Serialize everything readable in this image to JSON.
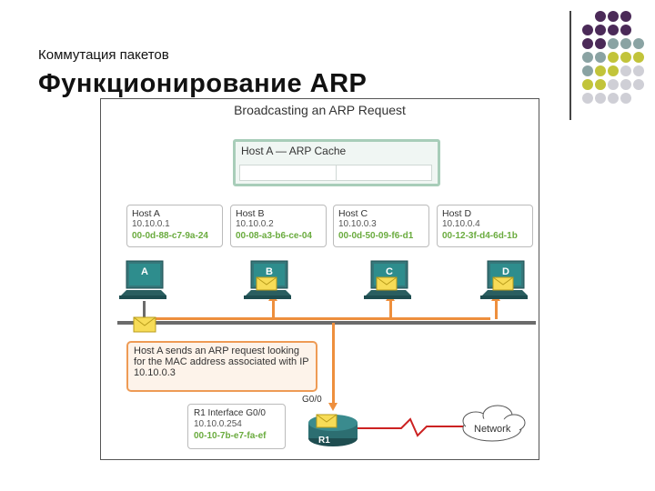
{
  "slide": {
    "subtitle": "Коммутация пакетов",
    "title": "Функционирование ARP"
  },
  "figure": {
    "title": "Broadcasting an ARP Request",
    "cache": {
      "title": "Host A — ARP Cache"
    },
    "hosts": [
      {
        "name": "Host A",
        "ip": "10.10.0.1",
        "mac": "00-0d-88-c7-9a-24",
        "pc_label": "A"
      },
      {
        "name": "Host B",
        "ip": "10.10.0.2",
        "mac": "00-08-a3-b6-ce-04",
        "pc_label": "B"
      },
      {
        "name": "Host C",
        "ip": "10.10.0.3",
        "mac": "00-0d-50-09-f6-d1",
        "pc_label": "C"
      },
      {
        "name": "Host D",
        "ip": "10.10.0.4",
        "mac": "00-12-3f-d4-6d-1b",
        "pc_label": "D"
      }
    ],
    "message": "Host A sends an ARP request looking for the MAC address associated with IP 10.10.0.3",
    "router": {
      "interface_label": "R1 Interface G0/0",
      "ip": "10.10.0.254",
      "mac": "00-10-7b-e7-fa-ef",
      "port": "G0/0",
      "name": "R1"
    },
    "network_label": "Network",
    "colors": {
      "ethernet_highlight": "#ee8f3d",
      "mac_text": "#6aab3e",
      "cache_border": "#a8cdb9",
      "envelope": "#f7dc57",
      "serial_link": "#cc2222"
    }
  },
  "decor_dots": {
    "colors": {
      "purple": "#4b2a58",
      "teal": "#8aa3a3",
      "olive": "#c2c43a",
      "gray": "#cfcfd6"
    }
  }
}
